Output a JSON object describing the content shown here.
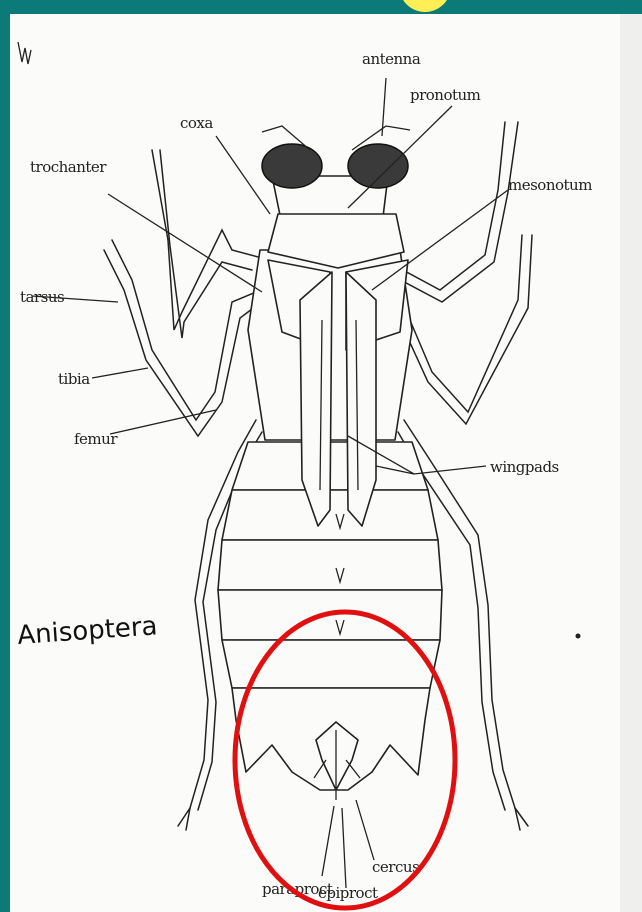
{
  "diagram": {
    "title": "Anisoptera",
    "labels": {
      "antenna": "antenna",
      "pronotum": "pronotum",
      "coxa": "coxa",
      "trochanter": "trochanter",
      "mesonotum": "mesonotum",
      "tarsus": "tarsus",
      "tibia": "tibia",
      "femur": "femur",
      "wingpads": "wingpads",
      "paraproct": "paraproct",
      "cercus": "cercus",
      "epiproct": "epiproct"
    },
    "colors": {
      "frame": "#0b7a78",
      "paper": "#fbfbf9",
      "highlight": "#e01010",
      "sun": "#ffee55"
    }
  }
}
